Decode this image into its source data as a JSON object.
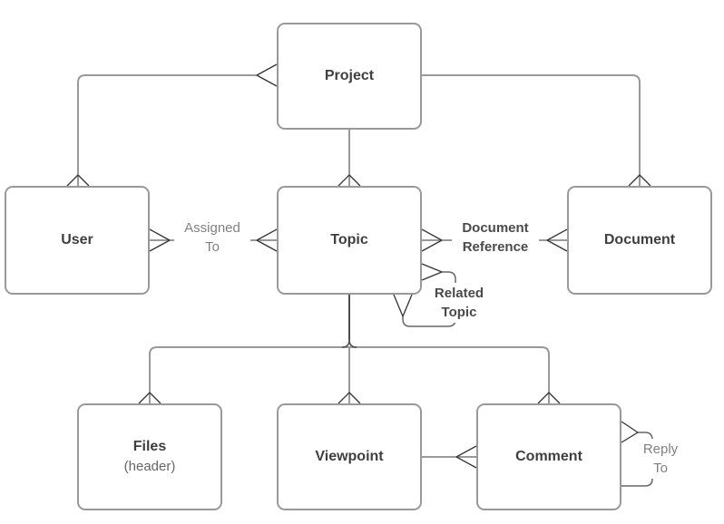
{
  "diagram": {
    "type": "entity-relationship",
    "background_color": "#ffffff",
    "colors": {
      "shape_border": "#999999",
      "shape_fill": "#ffffff",
      "connector": "#999999",
      "connector_dark": "#4d4d4d",
      "crow_foot": "#333333",
      "entity_text": "#3f3f3f",
      "muted_text": "#808080"
    },
    "entities": {
      "project": {
        "label": "Project"
      },
      "user": {
        "label": "User"
      },
      "topic": {
        "label": "Topic"
      },
      "document": {
        "label": "Document"
      },
      "files": {
        "label": "Files",
        "sublabel": "(header)"
      },
      "viewpoint": {
        "label": "Viewpoint"
      },
      "comment": {
        "label": "Comment"
      }
    },
    "relationship_labels": {
      "assigned_to": {
        "line1": "Assigned",
        "line2": "To"
      },
      "document_reference": {
        "line1": "Document",
        "line2": "Reference"
      },
      "related_topic": {
        "line1": "Related",
        "line2": "Topic"
      },
      "reply_to": {
        "line1": "Reply",
        "line2": "To"
      }
    },
    "connections": [
      {
        "from": "Project",
        "to": "User",
        "label": "",
        "notation": "crow's foot at Project left edge and at User top"
      },
      {
        "from": "Project",
        "to": "Topic",
        "label": "",
        "notation": "crow's foot at Topic top"
      },
      {
        "from": "Project",
        "to": "Document",
        "label": "",
        "notation": "crow's foot at Document top"
      },
      {
        "from": "User",
        "to": "Topic",
        "label": "Assigned To",
        "notation": "crow's feet at both ends"
      },
      {
        "from": "Topic",
        "to": "Document",
        "label": "Document Reference",
        "notation": "crow's feet at both ends"
      },
      {
        "from": "Topic",
        "to": "Topic",
        "label": "Related Topic",
        "notation": "self-loop, crow's feet at both ends"
      },
      {
        "from": "Topic",
        "to": "Files",
        "label": "",
        "notation": "crow's foot at Files top"
      },
      {
        "from": "Topic",
        "to": "Viewpoint",
        "label": "",
        "notation": "crow's foot at Viewpoint top"
      },
      {
        "from": "Topic",
        "to": "Comment",
        "label": "",
        "notation": "crow's foot at Comment top"
      },
      {
        "from": "Viewpoint",
        "to": "Comment",
        "label": "",
        "notation": "crow's foot at Comment left edge"
      },
      {
        "from": "Comment",
        "to": "Comment",
        "label": "Reply To",
        "notation": "self-loop, crow's foot at upper end"
      }
    ]
  }
}
